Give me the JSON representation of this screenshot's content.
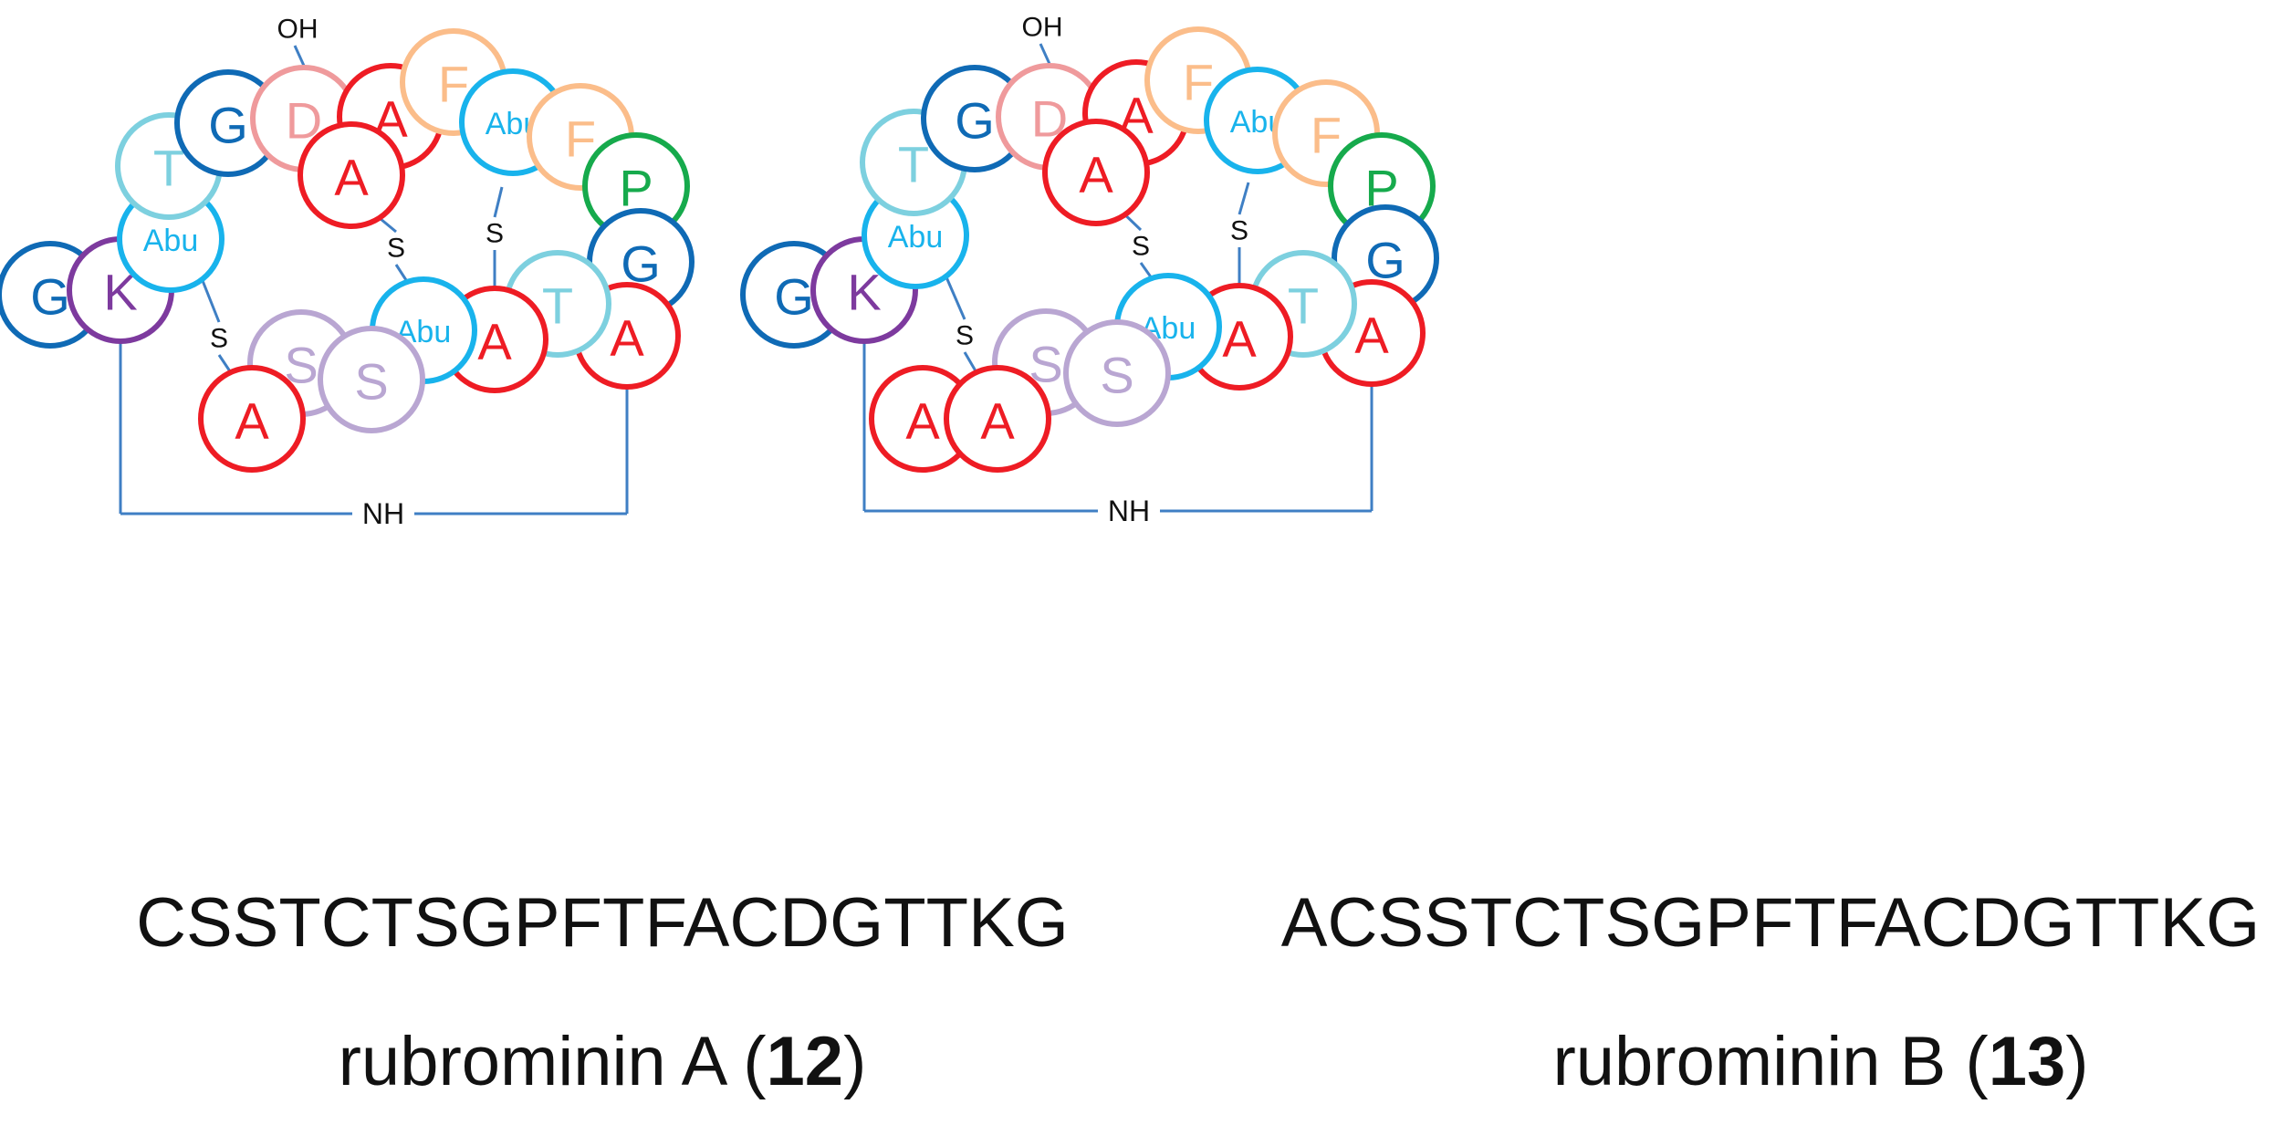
{
  "colors": {
    "line": "#3f7fc4",
    "red": "#ee1c24",
    "blue": "#0f6ab5",
    "lightblue": "#7dd0df",
    "cyan": "#18b3ec",
    "pink": "#ef9a9c",
    "orange": "#fbbd8a",
    "green": "#16aa4c",
    "purple": "#7d3a9e",
    "lavender": "#b9a6d2"
  },
  "labels": {
    "oh": "OH",
    "s": "S",
    "nh": "NH"
  },
  "panels": [
    {
      "id": "a",
      "sequence": "CSSTCTSGPFTFACDGTTKG",
      "caption_prefix": "rubrominin A (",
      "compound_number": "12",
      "caption_suffix": ")",
      "residues": [
        {
          "label": "G",
          "color": "blue",
          "kind": "letter"
        },
        {
          "label": "K",
          "color": "purple",
          "kind": "letter"
        },
        {
          "label": "Abu",
          "color": "cyan",
          "kind": "abu"
        },
        {
          "label": "T",
          "color": "lightblue",
          "kind": "letter"
        },
        {
          "label": "G",
          "color": "blue",
          "kind": "letter"
        },
        {
          "label": "D",
          "color": "pink",
          "kind": "letter"
        },
        {
          "label": "A",
          "color": "red",
          "kind": "letter"
        },
        {
          "label": "A",
          "color": "red",
          "kind": "letter"
        },
        {
          "label": "F",
          "color": "orange",
          "kind": "letter"
        },
        {
          "label": "Abu",
          "color": "cyan",
          "kind": "abu"
        },
        {
          "label": "F",
          "color": "orange",
          "kind": "letter"
        },
        {
          "label": "P",
          "color": "green",
          "kind": "letter"
        },
        {
          "label": "G",
          "color": "blue",
          "kind": "letter"
        },
        {
          "label": "A",
          "color": "red",
          "kind": "letter"
        },
        {
          "label": "T",
          "color": "lightblue",
          "kind": "letter"
        },
        {
          "label": "A",
          "color": "red",
          "kind": "letter"
        },
        {
          "label": "Abu",
          "color": "cyan",
          "kind": "abu"
        },
        {
          "label": "S",
          "color": "lavender",
          "kind": "letter"
        },
        {
          "label": "S",
          "color": "lavender",
          "kind": "letter"
        },
        {
          "label": "A",
          "color": "red",
          "kind": "letter"
        }
      ]
    },
    {
      "id": "b",
      "sequence": "ACSSTCTSGPFTFACDGTTKG",
      "caption_prefix": "rubrominin B (",
      "compound_number": "13",
      "caption_suffix": ")",
      "residues": [
        {
          "label": "G",
          "color": "blue",
          "kind": "letter"
        },
        {
          "label": "K",
          "color": "purple",
          "kind": "letter"
        },
        {
          "label": "Abu",
          "color": "cyan",
          "kind": "abu"
        },
        {
          "label": "T",
          "color": "lightblue",
          "kind": "letter"
        },
        {
          "label": "G",
          "color": "blue",
          "kind": "letter"
        },
        {
          "label": "D",
          "color": "pink",
          "kind": "letter"
        },
        {
          "label": "A",
          "color": "red",
          "kind": "letter"
        },
        {
          "label": "A",
          "color": "red",
          "kind": "letter"
        },
        {
          "label": "F",
          "color": "orange",
          "kind": "letter"
        },
        {
          "label": "Abu",
          "color": "cyan",
          "kind": "abu"
        },
        {
          "label": "F",
          "color": "orange",
          "kind": "letter"
        },
        {
          "label": "P",
          "color": "green",
          "kind": "letter"
        },
        {
          "label": "G",
          "color": "blue",
          "kind": "letter"
        },
        {
          "label": "A",
          "color": "red",
          "kind": "letter"
        },
        {
          "label": "T",
          "color": "lightblue",
          "kind": "letter"
        },
        {
          "label": "A",
          "color": "red",
          "kind": "letter"
        },
        {
          "label": "Abu",
          "color": "cyan",
          "kind": "abu"
        },
        {
          "label": "S",
          "color": "lavender",
          "kind": "letter"
        },
        {
          "label": "S",
          "color": "lavender",
          "kind": "letter"
        },
        {
          "label": "A",
          "color": "red",
          "kind": "letter"
        },
        {
          "label": "A",
          "color": "red",
          "kind": "letter"
        }
      ]
    }
  ]
}
